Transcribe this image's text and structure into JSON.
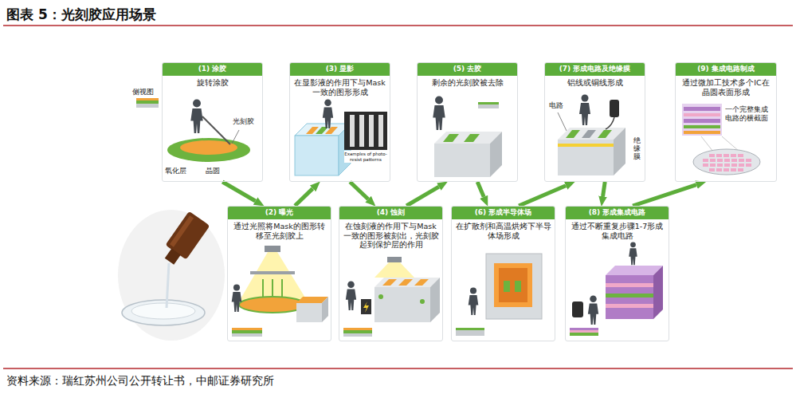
{
  "diagram": {
    "title": "图表 5：光刻胶应用场景",
    "caption": "资料来源：瑞红苏州公司公开转让书，中邮证券研究所",
    "nodes": [
      {
        "text": [
          "(1) 涂胶",
          "旋转涂胶"
        ]
      },
      {
        "text": [
          "(2) 曝光",
          "通过光照将Mask的图形转移至光刻胶上"
        ]
      },
      {
        "text": [
          "(3) 显影",
          "在显影液的作用下与Mask一致的图形形成"
        ]
      },
      {
        "text": [
          "(4) 蚀刻",
          "在蚀刻液的作用下与Mask一致的图形被刻出，光刻胶起到保护层的作用"
        ]
      },
      {
        "text": [
          "(5) 去胶",
          "剩余的光刻胶被去除"
        ]
      },
      {
        "text": [
          "(6) 形成半导体场",
          "在扩散剂和高温烘烤下半导体场形成"
        ]
      },
      {
        "text": [
          "(7) 形成电路及绝缘膜",
          "铝线或铜线形成"
        ]
      },
      {
        "text": [
          "(8) 形成集成电路",
          "通过不断重复步骤1-7形成集成电路"
        ]
      },
      {
        "text": [
          "(9) 集成电路制成",
          "通过微加工技术多个IC在晶圆表面形成"
        ]
      }
    ],
    "edges": [
      {
        "from": 0,
        "to": 1,
        "arrow": "to"
      },
      {
        "from": 1,
        "to": 2,
        "arrow": "to"
      },
      {
        "from": 2,
        "to": 3,
        "arrow": "to"
      },
      {
        "from": 3,
        "to": 4,
        "arrow": "to"
      },
      {
        "from": 4,
        "to": 5,
        "arrow": "to"
      },
      {
        "from": 5,
        "to": 6,
        "arrow": "to"
      },
      {
        "from": 6,
        "to": 7,
        "arrow": "to"
      },
      {
        "from": 7,
        "to": 8,
        "arrow": "to"
      }
    ],
    "labels": [
      "侧视图",
      "光刻胶",
      "氧化层",
      "晶圆",
      "Examples of photo-resist patterns",
      "电路",
      "绝缘膜",
      "一个完整集成电路的横截面"
    ]
  }
}
